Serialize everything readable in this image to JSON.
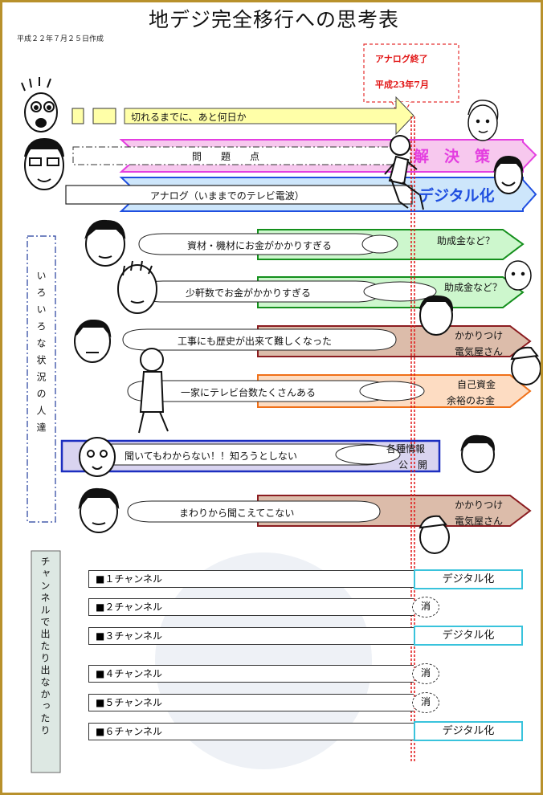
{
  "title": "地デジ完全移行への思考表",
  "date": "平成２２年７月２５日作成",
  "deadline": {
    "line1": "アナログ終了",
    "line2": "平成23年7月"
  },
  "countdown": "切れるまでに、あと何日か",
  "problem": "問　　題　　点",
  "solution": "解　決　策",
  "analog": "アナログ（いままでのテレビ電波）",
  "digital": "デジタル化",
  "situations_label": "いろいろな状況の人達",
  "situations": [
    {
      "problem": "資材・機材にお金がかかりすぎる",
      "answer": "助成金など？"
    },
    {
      "problem": "少軒数でお金がかかりすぎる",
      "answer": "助成金など？"
    },
    {
      "problem": "工事にも歴史が出来て難しくなった",
      "answer1": "かかりつけ",
      "answer2": "電気屋さん"
    },
    {
      "problem": "一家にテレビ台数たくさんある",
      "answer1": "自己資金",
      "answer2": "余裕のお金"
    },
    {
      "problem": "聞いてもわからない！！知ろうとしない",
      "answer1": "各種情報",
      "answer2": "公　開"
    },
    {
      "problem": "まわりから聞こえてこない",
      "answer1": "かかりつけ",
      "answer2": "電気屋さん"
    }
  ],
  "channels_label": "チャンネルで出たり出なかったり",
  "channels": [
    {
      "name": "■１チャンネル",
      "result": "デジタル化"
    },
    {
      "name": "■２チャンネル",
      "result": "消"
    },
    {
      "name": "■３チャンネル",
      "result": "デジタル化"
    },
    {
      "name": "■４チャンネル",
      "result": "消"
    },
    {
      "name": "■５チャンネル",
      "result": "消"
    },
    {
      "name": "■６チャンネル",
      "result": "デジタル化"
    }
  ]
}
